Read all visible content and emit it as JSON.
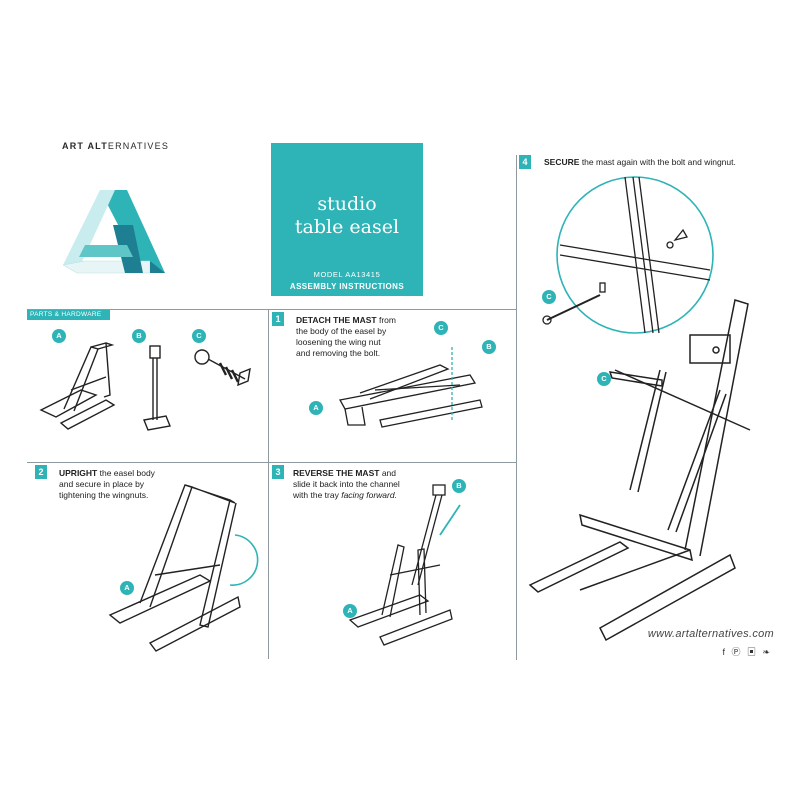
{
  "brand": {
    "name_bold": "ART ALT",
    "name_light": "ERNATIVES"
  },
  "title_box": {
    "line1": "studio",
    "line2": "table easel",
    "model": "MODEL AA13415",
    "subtitle": "ASSEMBLY INSTRUCTIONS"
  },
  "parts": {
    "tag": "PARTS & HARDWARE",
    "items": [
      {
        "badge": "A"
      },
      {
        "badge": "B"
      },
      {
        "badge": "C"
      }
    ]
  },
  "steps": [
    {
      "num": "1",
      "bold": "DETACH THE MAST",
      "text_lines": [
        "from",
        "the body of the easel by",
        "loosening the wing nut",
        "and removing the bolt."
      ],
      "badges": [
        "C",
        "B",
        "A"
      ]
    },
    {
      "num": "2",
      "bold": "UPRIGHT",
      "text_lines": [
        "the easel body",
        "and secure in place by",
        "tightening the wingnuts."
      ],
      "badges": [
        "A"
      ]
    },
    {
      "num": "3",
      "bold": "REVERSE THE MAST",
      "text_lines": [
        "and",
        "slide it back into the channel",
        "with the tray",
        "facing forward."
      ],
      "badges": [
        "B",
        "A"
      ]
    },
    {
      "num": "4",
      "bold": "SECURE",
      "text_lines": [
        "the mast again with the bolt and wingnut."
      ],
      "badges": [
        "C",
        "C"
      ]
    }
  ],
  "footer": {
    "url": "www.artalternatives.com",
    "social": "f Ⓟ ▣ ❧"
  },
  "colors": {
    "accent": "#2eb3b6",
    "logo_dark": "#1e7f93",
    "logo_light": "#c9ecee",
    "line": "#8f9aa0"
  }
}
